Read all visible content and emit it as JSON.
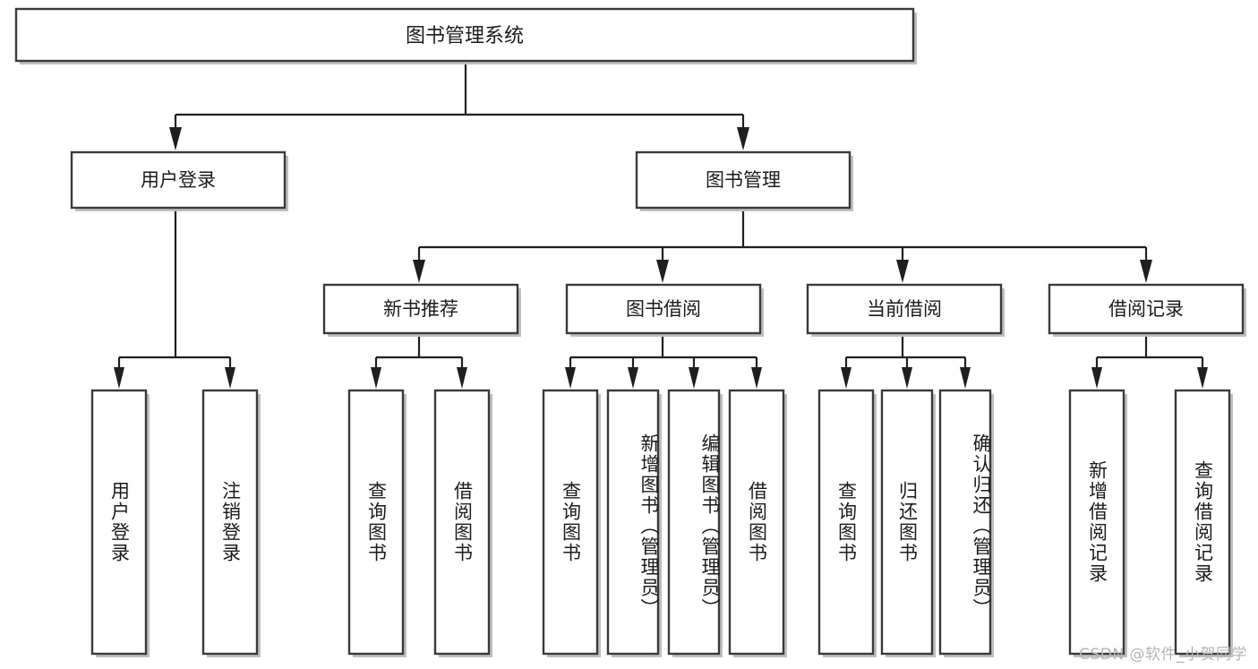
{
  "diagram": {
    "type": "tree-hierarchy",
    "title": "图书管理系统",
    "watermark": "CSDN @软件_小贺同学",
    "colors": {
      "background": "#ffffff",
      "box_stroke": "#3a3a3a",
      "connector": "#1f1f1f",
      "text": "#1b1b1b",
      "shadow": "#bfbfbf",
      "watermark": "#b4b4b4"
    },
    "root": {
      "label": "图书管理系统"
    },
    "level2": [
      {
        "label": "用户登录"
      },
      {
        "label": "图书管理"
      }
    ],
    "level3": [
      {
        "label": "新书推荐"
      },
      {
        "label": "图书借阅"
      },
      {
        "label": "当前借阅"
      },
      {
        "label": "借阅记录"
      }
    ],
    "leaves": {
      "user_login": [
        {
          "label": "用户登录"
        },
        {
          "label": "注销登录"
        }
      ],
      "new_book_recommend": [
        {
          "label": "查询图书"
        },
        {
          "label": "借阅图书"
        }
      ],
      "book_borrow": [
        {
          "label": "查询图书"
        },
        {
          "label": "新增图书（管理员）"
        },
        {
          "label": "编辑图书（管理员）"
        },
        {
          "label": "借阅图书"
        }
      ],
      "current_borrow": [
        {
          "label": "查询图书"
        },
        {
          "label": "归还图书"
        },
        {
          "label": "确认归还（管理员）"
        }
      ],
      "borrow_record": [
        {
          "label": "新增借阅记录"
        },
        {
          "label": "查询借阅记录"
        }
      ]
    }
  }
}
